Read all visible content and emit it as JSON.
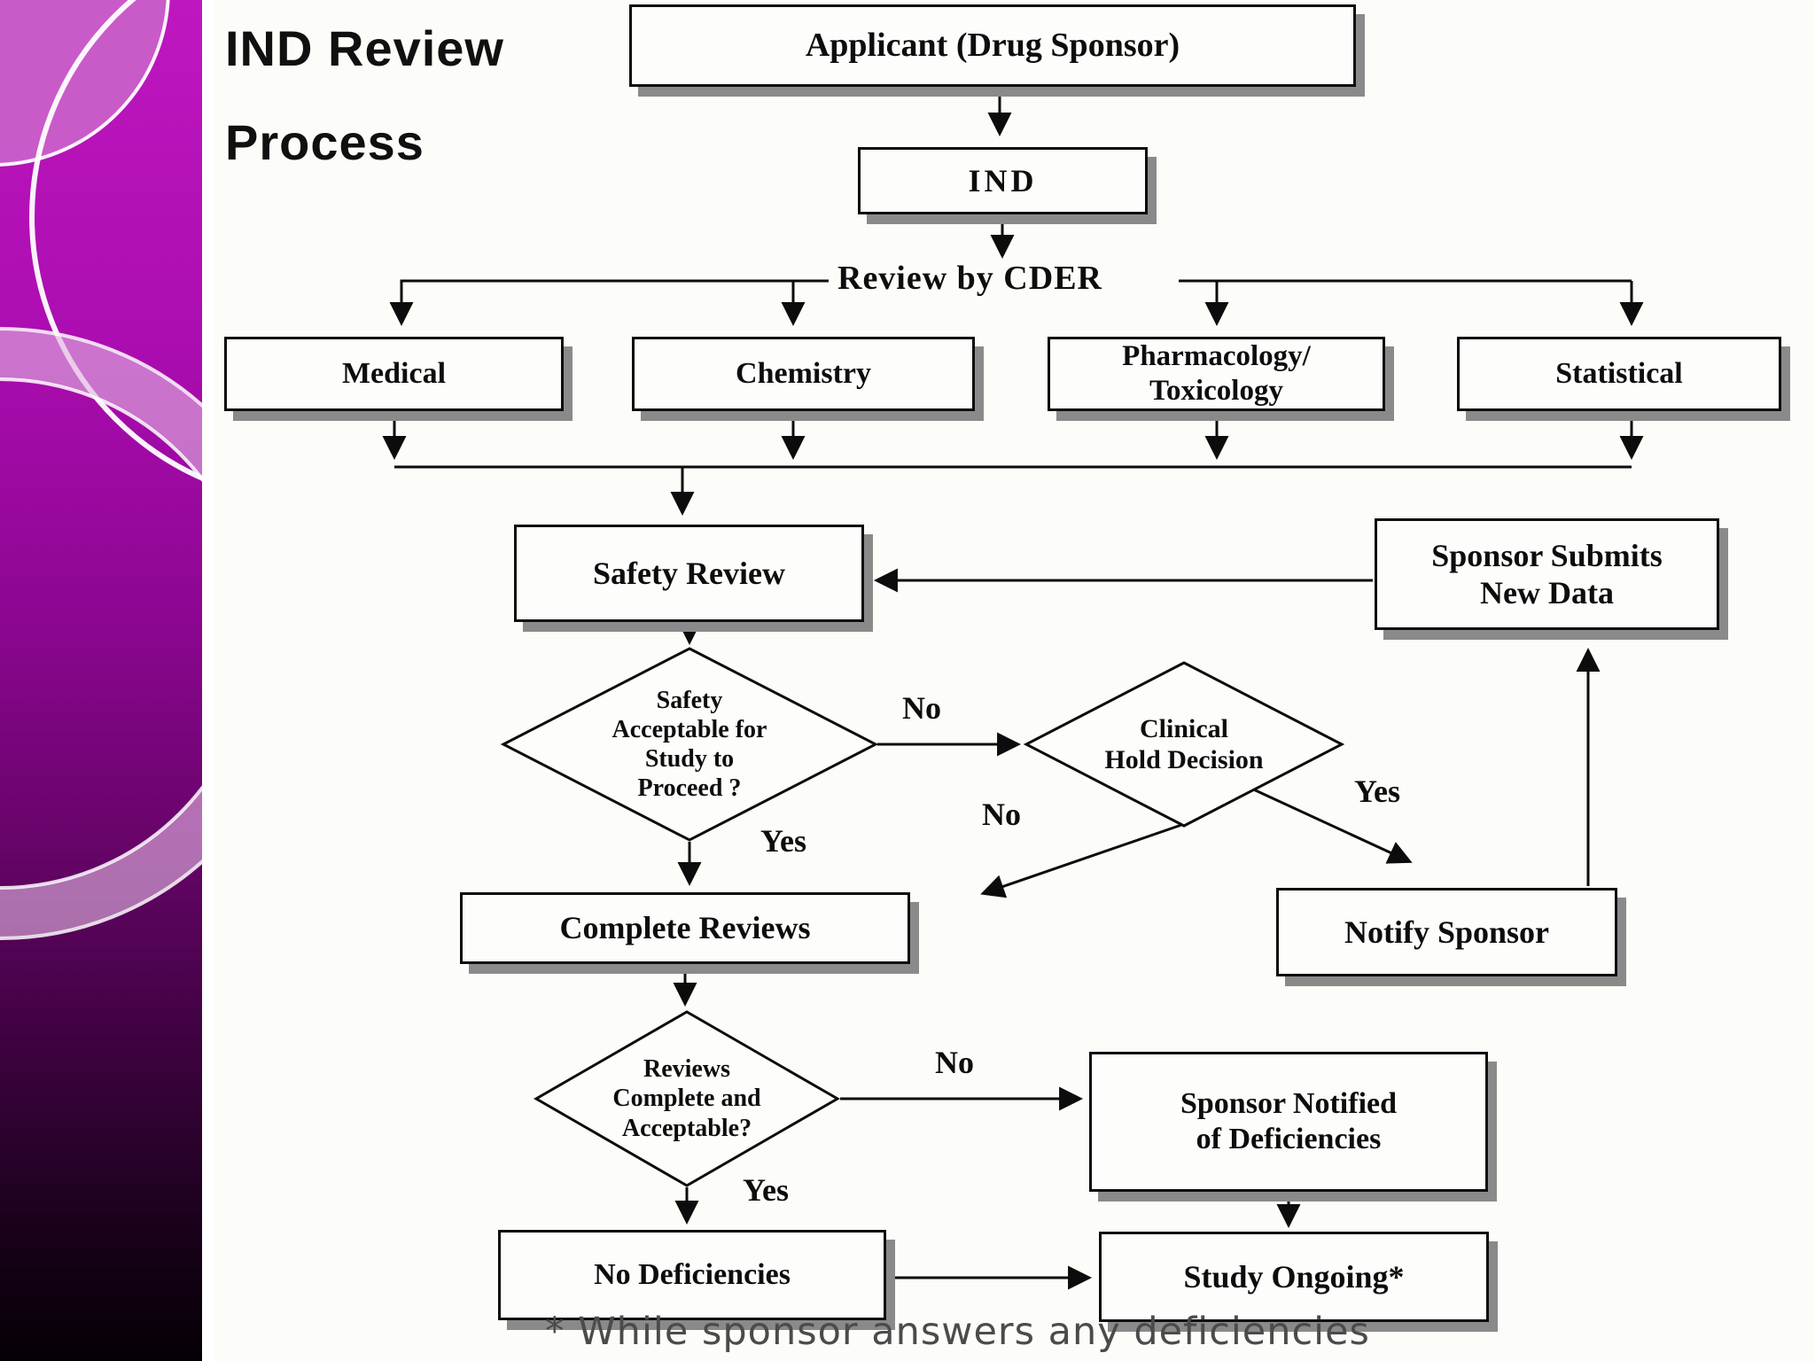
{
  "slide": {
    "title_line1": "IND Review",
    "title_line2": "Process",
    "footnote": "* While sponsor answers any deficiencies"
  },
  "colors": {
    "sidebar_top": "#bf17c0",
    "sidebar_mid": "#8d0692",
    "sidebar_bottom": "#050005",
    "decor_ring": "#e0b3e0",
    "box_border": "#0c0c0c",
    "box_shadow": "#8a8a8a",
    "background": "#fcfcf9",
    "footnote_gray": "#4b4b4b"
  },
  "flowchart": {
    "nodes": {
      "applicant": {
        "label": "Applicant (Drug Sponsor)"
      },
      "ind": {
        "label": "IND"
      },
      "cder": {
        "label": "Review by CDER"
      },
      "medical": {
        "label": "Medical"
      },
      "chemistry": {
        "label": "Chemistry"
      },
      "pharmtox": {
        "label": "Pharmacology/\nToxicology"
      },
      "statistical": {
        "label": "Statistical"
      },
      "safety_review": {
        "label": "Safety Review"
      },
      "sponsor_submits": {
        "label": "Sponsor Submits\nNew Data"
      },
      "safety_acceptable": {
        "label": "Safety\nAcceptable for\nStudy to\nProceed ?"
      },
      "clinical_hold": {
        "label": "Clinical\nHold Decision"
      },
      "complete_reviews": {
        "label": "Complete Reviews"
      },
      "notify_sponsor": {
        "label": "Notify Sponsor"
      },
      "reviews_complete": {
        "label": "Reviews\nComplete and\nAcceptable?"
      },
      "sponsor_notified": {
        "label": "Sponsor Notified\nof Deficiencies"
      },
      "no_deficiencies": {
        "label": "No Deficiencies"
      },
      "study_ongoing": {
        "label": "Study Ongoing*"
      }
    },
    "branch_labels": {
      "no_safety": {
        "label": "No"
      },
      "yes_safety": {
        "label": "Yes"
      },
      "no_hold": {
        "label": "No"
      },
      "yes_hold": {
        "label": "Yes"
      },
      "no_reviews": {
        "label": "No"
      },
      "yes_reviews": {
        "label": "Yes"
      }
    }
  }
}
